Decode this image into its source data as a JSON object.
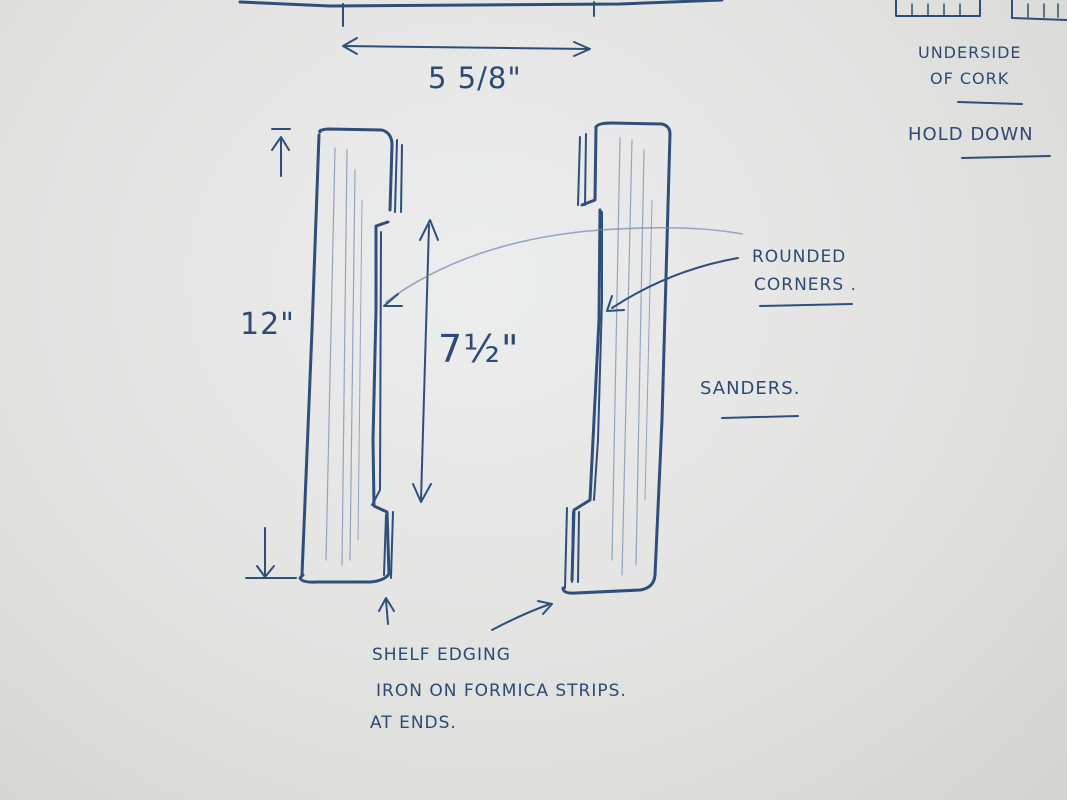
{
  "dimensions": {
    "width_label": "5 5/8\"",
    "height_label": "12\"",
    "inner_label": "7½\""
  },
  "annotations": {
    "underside_line1": "UNDERSIDE",
    "underside_line2": "OF CORK",
    "hold_down": "HOLD DOWN",
    "rounded_line1": "ROUNDED",
    "rounded_line2": "CORNERS .",
    "sanders": "SANDERS.",
    "shelf_line1": "SHELF EDGING",
    "shelf_line2": "IRON ON FORMICA STRIPS.",
    "shelf_line3": "AT ENDS."
  },
  "colors": {
    "ink": "#2f4f7a",
    "paper": "#e6e7e5"
  }
}
